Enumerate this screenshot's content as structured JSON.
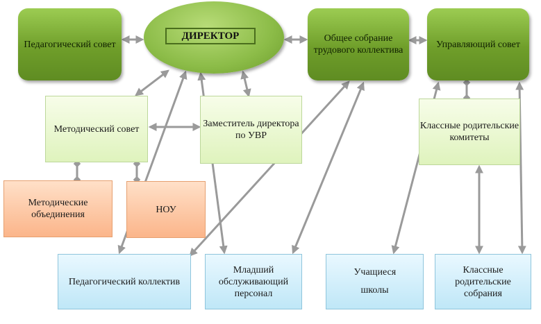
{
  "nodes": {
    "director": "ДИРЕКТОР",
    "ped_council": "Педагогический совет",
    "general_meeting": "Общее собрание трудового коллектива",
    "managing_council": "Управляющий совет",
    "method_council": "Методический совет",
    "deputy": "Заместитель директора по УВР",
    "class_committees": "Классные родительские комитеты",
    "method_unions": "Методические объединения",
    "nou": "НОУ",
    "ped_collective": "Педагогический коллектив",
    "junior_staff": "Младший обслуживающий персонал",
    "students": "Учащиеся школы",
    "class_meetings": "Классные родительские собрания"
  },
  "colors": {
    "arrow": "#9a9a9a",
    "green": "#7aa832",
    "light_green": "#e6f6cc",
    "orange": "#fcc39c",
    "blue": "#cdeefa"
  }
}
